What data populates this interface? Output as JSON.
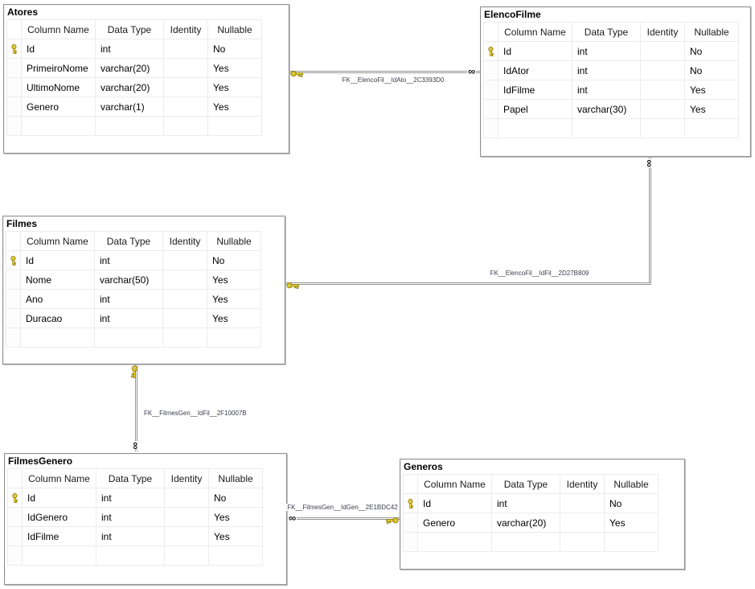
{
  "grid_headers": {
    "column_name": "Column Name",
    "data_type": "Data Type",
    "identity": "Identity",
    "nullable": "Nullable"
  },
  "tables": {
    "atores": {
      "title": "Atores",
      "rows": [
        {
          "pk": true,
          "name": "Id",
          "type": "int",
          "nullable": "No"
        },
        {
          "pk": false,
          "name": "PrimeiroNome",
          "type": "varchar(20)",
          "nullable": "Yes"
        },
        {
          "pk": false,
          "name": "UltimoNome",
          "type": "varchar(20)",
          "nullable": "Yes"
        },
        {
          "pk": false,
          "name": "Genero",
          "type": "varchar(1)",
          "nullable": "Yes"
        }
      ]
    },
    "elencofilme": {
      "title": "ElencoFilme",
      "rows": [
        {
          "pk": true,
          "name": "Id",
          "type": "int",
          "nullable": "No"
        },
        {
          "pk": false,
          "name": "IdAtor",
          "type": "int",
          "nullable": "No"
        },
        {
          "pk": false,
          "name": "IdFilme",
          "type": "int",
          "nullable": "Yes"
        },
        {
          "pk": false,
          "name": "Papel",
          "type": "varchar(30)",
          "nullable": "Yes"
        }
      ]
    },
    "filmes": {
      "title": "Filmes",
      "rows": [
        {
          "pk": true,
          "name": "Id",
          "type": "int",
          "nullable": "No"
        },
        {
          "pk": false,
          "name": "Nome",
          "type": "varchar(50)",
          "nullable": "Yes"
        },
        {
          "pk": false,
          "name": "Ano",
          "type": "int",
          "nullable": "Yes"
        },
        {
          "pk": false,
          "name": "Duracao",
          "type": "int",
          "nullable": "Yes"
        }
      ]
    },
    "filmesgenero": {
      "title": "FilmesGenero",
      "rows": [
        {
          "pk": true,
          "name": "Id",
          "type": "int",
          "nullable": "No"
        },
        {
          "pk": false,
          "name": "IdGenero",
          "type": "int",
          "nullable": "Yes"
        },
        {
          "pk": false,
          "name": "IdFilme",
          "type": "int",
          "nullable": "Yes"
        }
      ]
    },
    "generos": {
      "title": "Generos",
      "rows": [
        {
          "pk": true,
          "name": "Id",
          "type": "int",
          "nullable": "No"
        },
        {
          "pk": false,
          "name": "Genero",
          "type": "varchar(20)",
          "nullable": "Yes"
        }
      ]
    }
  },
  "relationships": {
    "fk_elenco_ator": {
      "label": "FK__ElencoFil__IdAto__2C3393D0",
      "one_side": "Atores",
      "many_side": "ElencoFilme"
    },
    "fk_elenco_filme": {
      "label": "FK__ElencoFil__IdFil__2D27B809",
      "one_side": "Filmes",
      "many_side": "ElencoFilme"
    },
    "fk_filmesgenero_filme": {
      "label": "FK__FilmesGen__IdFil__2F10007B",
      "one_side": "Filmes",
      "many_side": "FilmesGenero"
    },
    "fk_filmesgenero_genero": {
      "label": "FK__FilmesGen__IdGen__2E1BDC42",
      "one_side": "Generos",
      "many_side": "FilmesGenero"
    }
  },
  "symbols": {
    "many": "∞"
  },
  "colors": {
    "key_icon": "#ffe13a",
    "key_outline": "#8a7a00",
    "relationship_line": "#949494",
    "grid_line": "#ececec",
    "node_border": "#8f8f8f",
    "fk_label_text": "#3c3c50"
  }
}
